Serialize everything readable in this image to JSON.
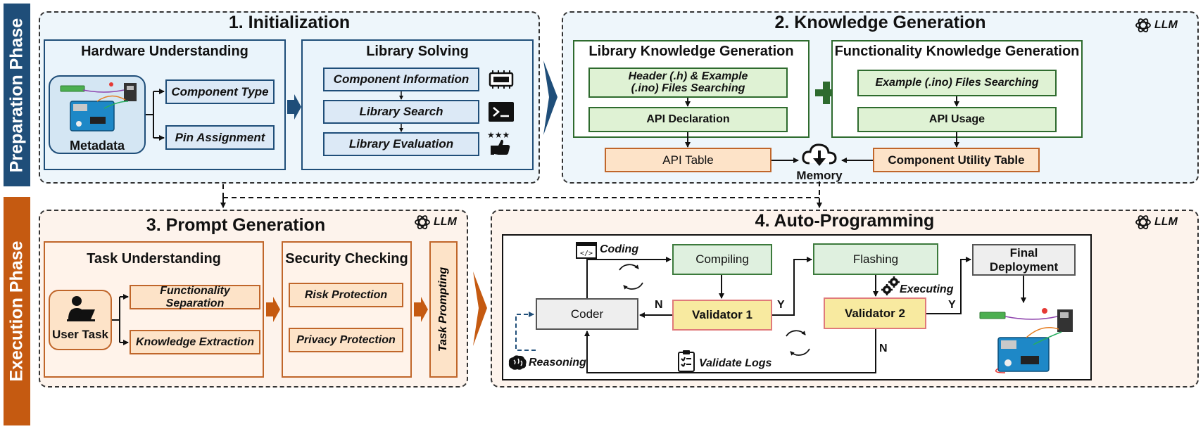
{
  "phases": {
    "preparation": "Preparation Phase",
    "execution": "Execution Phase"
  },
  "llm_label": "LLM",
  "initialization": {
    "title": "1. Initialization",
    "hardware": {
      "title": "Hardware Understanding",
      "metadata": "Metadata",
      "component_type": "Component Type",
      "pin_assignment": "Pin Assignment"
    },
    "library": {
      "title": "Library Solving",
      "component_information": "Component Information",
      "library_search": "Library Search",
      "library_evaluation": "Library Evaluation"
    }
  },
  "knowledge": {
    "title": "2. Knowledge Generation",
    "library_kg": {
      "title": "Library Knowledge Generation",
      "step1": "Header (.h) & Example (.ino) Files Searching",
      "step2": "API Declaration"
    },
    "functionality_kg": {
      "title": "Functionality Knowledge Generation",
      "step1": "Example (.ino) Files Searching",
      "step2": "API Usage"
    },
    "api_table": "API Table",
    "component_utility_table": "Component Utility Table",
    "memory": "Memory"
  },
  "prompt": {
    "title": "3. Prompt Generation",
    "task_understanding": {
      "title": "Task Understanding",
      "user_task": "User Task",
      "functionality_separation": "Functionality Separation",
      "knowledge_extraction": "Knowledge Extraction"
    },
    "security": {
      "title": "Security Checking",
      "risk_protection": "Risk Protection",
      "privacy_protection": "Privacy Protection"
    },
    "task_prompting": "Task Prompting"
  },
  "auto": {
    "title": "4. Auto-Programming",
    "coding": "Coding",
    "compiling": "Compiling",
    "flashing": "Flashing",
    "final_deployment": "Final Deployment",
    "coder": "Coder",
    "validator1": "Validator 1",
    "validator2": "Validator 2",
    "executing": "Executing",
    "reasoning": "Reasoning",
    "validate_logs": "Validate Logs",
    "yes": "Y",
    "no": "N"
  },
  "colors": {
    "preparation": "#1f4e79",
    "execution": "#c55a11",
    "prep_bg": "#eef6fb",
    "exec_bg": "#fdf3ec",
    "plus": "#2e6b2e"
  }
}
